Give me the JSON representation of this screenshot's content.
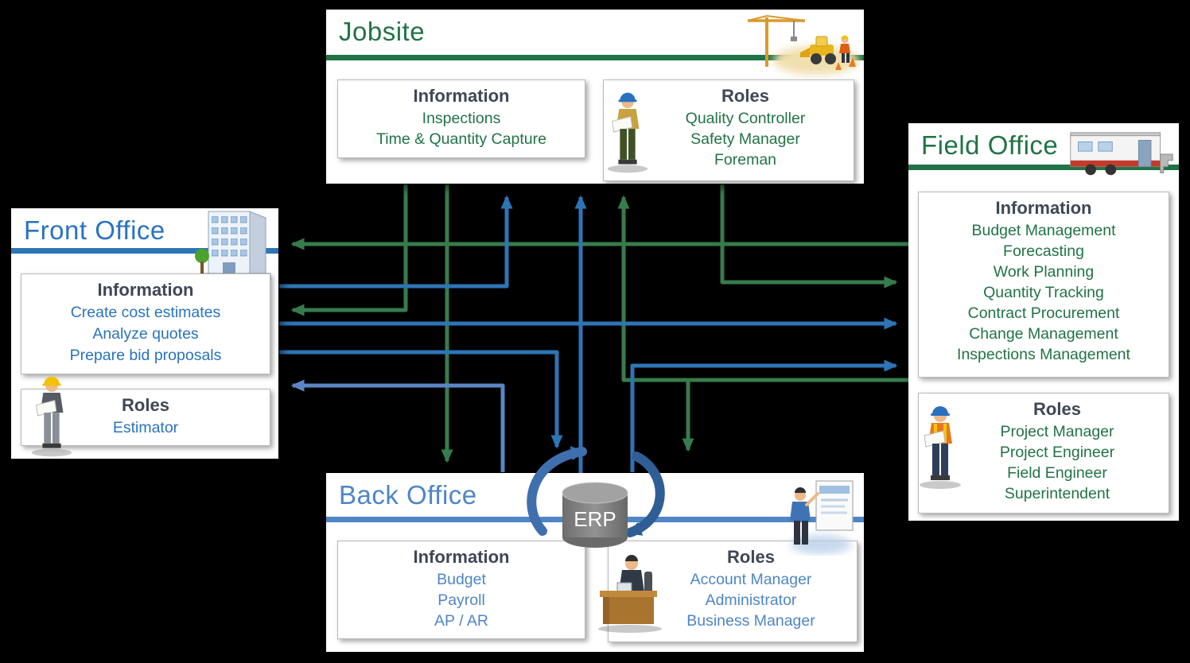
{
  "colors": {
    "background": "#000000",
    "green_accent": "#217346",
    "green_arrow": "#377B4C",
    "blue_accent": "#2E75B6",
    "front_office_blue": "#2973BE",
    "back_office_blue": "#4E86C6",
    "light_blue_arrow": "#5A86C5",
    "heading_text": "#3F4656",
    "box_background": "#FFFFFF",
    "box_border": "#B9B9B9",
    "erp_gray": "#8F8F8F"
  },
  "jobsite": {
    "title": "Jobsite",
    "icon": "construction-site-icon",
    "information": {
      "title": "Information",
      "items": [
        "Inspections",
        "Time & Quantity Capture"
      ]
    },
    "roles": {
      "title": "Roles",
      "items": [
        "Quality Controller",
        "Safety Manager",
        "Foreman"
      ]
    }
  },
  "front_office": {
    "title": "Front Office",
    "icon": "office-building-icon",
    "information": {
      "title": "Information",
      "items": [
        "Create cost estimates",
        "Analyze quotes",
        "Prepare bid proposals"
      ]
    },
    "roles": {
      "title": "Roles",
      "items": [
        "Estimator"
      ]
    }
  },
  "field_office": {
    "title": "Field Office",
    "icon": "site-trailer-icon",
    "information": {
      "title": "Information",
      "items": [
        "Budget Management",
        "Forecasting",
        "Work Planning",
        "Quantity Tracking",
        "Contract Procurement",
        "Change Management",
        "Inspections Management"
      ]
    },
    "roles": {
      "title": "Roles",
      "items": [
        "Project Manager",
        "Project Engineer",
        "Field Engineer",
        "Superintendent"
      ]
    }
  },
  "back_office": {
    "title": "Back Office",
    "erp_label": "ERP",
    "icons": [
      "desk-worker-icon",
      "presenter-icon"
    ],
    "information": {
      "title": "Information",
      "items": [
        "Budget",
        "Payroll",
        "AP / AR"
      ]
    },
    "roles": {
      "title": "Roles",
      "items": [
        "Account Manager",
        "Administrator",
        "Business Manager"
      ]
    }
  },
  "connections": [
    {
      "from": "field_office",
      "to": "front_office",
      "color": "#377B4C"
    },
    {
      "from": "jobsite",
      "to": "front_office",
      "color": "#377B4C"
    },
    {
      "from": "jobsite",
      "to": "back_office",
      "color": "#377B4C"
    },
    {
      "from": "jobsite",
      "to": "field_office",
      "color": "#377B4C"
    },
    {
      "from": "field_office",
      "to": "jobsite",
      "color": "#377B4C"
    },
    {
      "from": "field_office",
      "to": "erp",
      "color": "#377B4C"
    },
    {
      "from": "front_office",
      "to": "jobsite",
      "color": "#2E75B6"
    },
    {
      "from": "erp",
      "to": "jobsite",
      "color": "#2E75B6"
    },
    {
      "from": "front_office",
      "to": "field_office",
      "color": "#2E75B6"
    },
    {
      "from": "front_office",
      "to": "erp",
      "color": "#2E75B6"
    },
    {
      "from": "back_office",
      "to": "front_office",
      "color": "#5A86C5"
    },
    {
      "from": "back_office",
      "to": "field_office",
      "color": "#2E75B6"
    }
  ]
}
